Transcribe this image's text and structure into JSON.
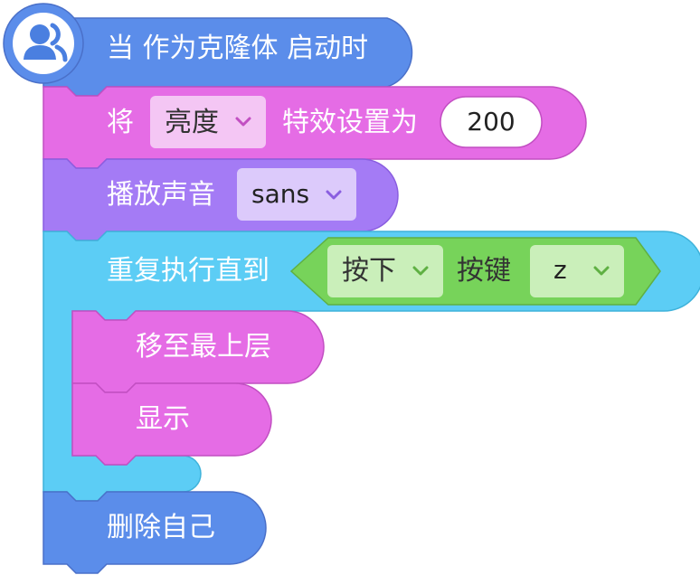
{
  "colors": {
    "control_blue": "#5b8dea",
    "control_blue_dark": "#4a70c9",
    "looks_pink": "#e56ce5",
    "looks_pink_dark": "#c24fc2",
    "looks_dropdown": "#f4c6f4",
    "sound_purple": "#a47bf5",
    "sound_purple_dark": "#8a5ee0",
    "sound_dropdown": "#dccafb",
    "loop_cyan": "#5ccdf5",
    "loop_cyan_dark": "#3eb2da",
    "sensing_green": "#77d35a",
    "sensing_green_dark": "#5fb043",
    "sensing_dropdown": "#caefba",
    "white": "#ffffff"
  },
  "hat_block": {
    "icon": "clone-users-icon",
    "label": "当 作为克隆体 启动时"
  },
  "effect_block": {
    "label_prefix": "将",
    "effect_dropdown": "亮度",
    "label_middle": "特效设置为",
    "value": "200"
  },
  "sound_block": {
    "label": "播放声音",
    "sound_dropdown": "sans"
  },
  "repeat_until_block": {
    "label": "重复执行直到",
    "condition": {
      "key_dropdown": "按下",
      "label": "按键",
      "key_name_dropdown": "z"
    }
  },
  "inner_blocks": {
    "front_layer_label": "移至最上层",
    "show_label": "显示"
  },
  "delete_block": {
    "label": "删除自己"
  }
}
